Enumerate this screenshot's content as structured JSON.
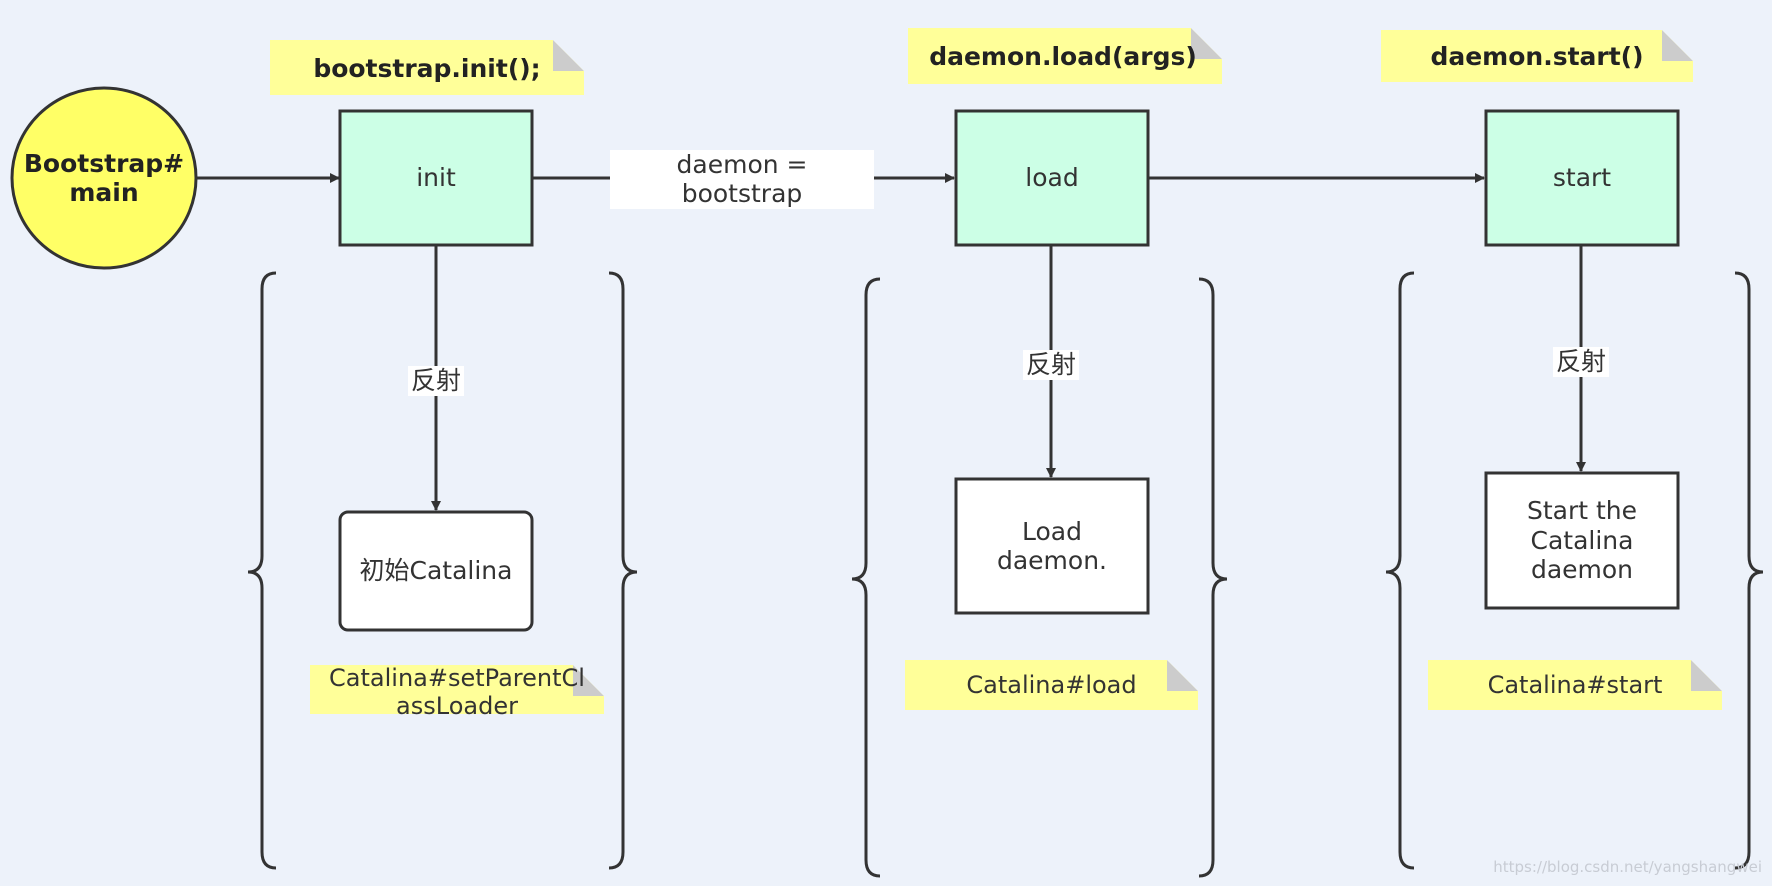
{
  "start_node": {
    "label": "Bootstrap#\nmain",
    "fill": "#ffff66"
  },
  "columns": [
    {
      "id": "init",
      "code_note": "bootstrap.init();",
      "step_label": "init",
      "edge_label": "反射",
      "result_label": "初始Catalina",
      "method_note": "Catalina#setParentCl\nassLoader"
    },
    {
      "id": "load",
      "code_note": "daemon.load(args)",
      "step_label": "load",
      "edge_label": "反射",
      "result_label": "Load\ndaemon.",
      "method_note": "Catalina#load"
    },
    {
      "id": "start",
      "code_note": "daemon.start()",
      "step_label": "start",
      "edge_label": "反射",
      "result_label": "Start the\nCatalina\ndaemon",
      "method_note": "Catalina#start"
    }
  ],
  "edge_init_to_load": {
    "label": "daemon = bootstrap"
  },
  "watermark": "https://blog.csdn.net/yangshangwei",
  "colors": {
    "background": "#edf2fa",
    "step_fill": "#ccffe6",
    "result_fill": "#ffffff",
    "note_fill": "#ffff99",
    "note_fold": "#cccccc",
    "stroke": "#333333",
    "start_fill": "#ffff66"
  }
}
